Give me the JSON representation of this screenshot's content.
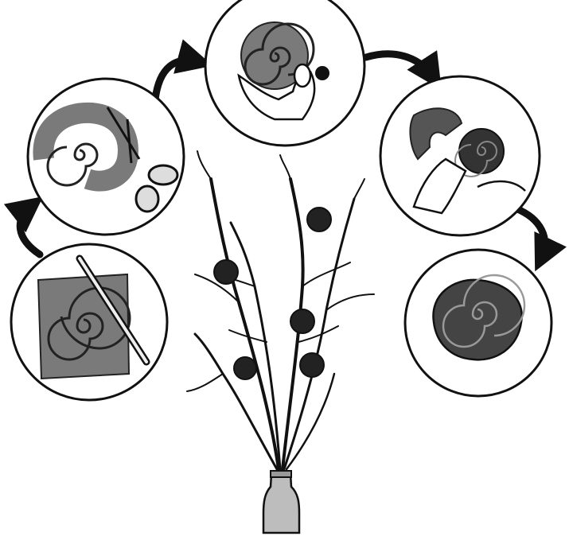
{
  "illustration": {
    "steps": [
      {
        "id": "step-1",
        "depicts": "spiral-drawn-on-paper-with-pencil"
      },
      {
        "id": "step-2",
        "depicts": "cutting-spiral-with-scissors"
      },
      {
        "id": "step-3",
        "depicts": "rolling-spiral-by-hand"
      },
      {
        "id": "step-4",
        "depicts": "gluing-rolled-spiral"
      },
      {
        "id": "step-5",
        "depicts": "finished-paper-rose"
      }
    ],
    "centerpiece": "branches-in-vase-with-paper-roses",
    "colors": {
      "ink": "#111111",
      "paper_gray": "#7a7a7a",
      "rose_dark": "#222222",
      "background": "#ffffff",
      "vase_gray": "#bdbdbd"
    }
  }
}
